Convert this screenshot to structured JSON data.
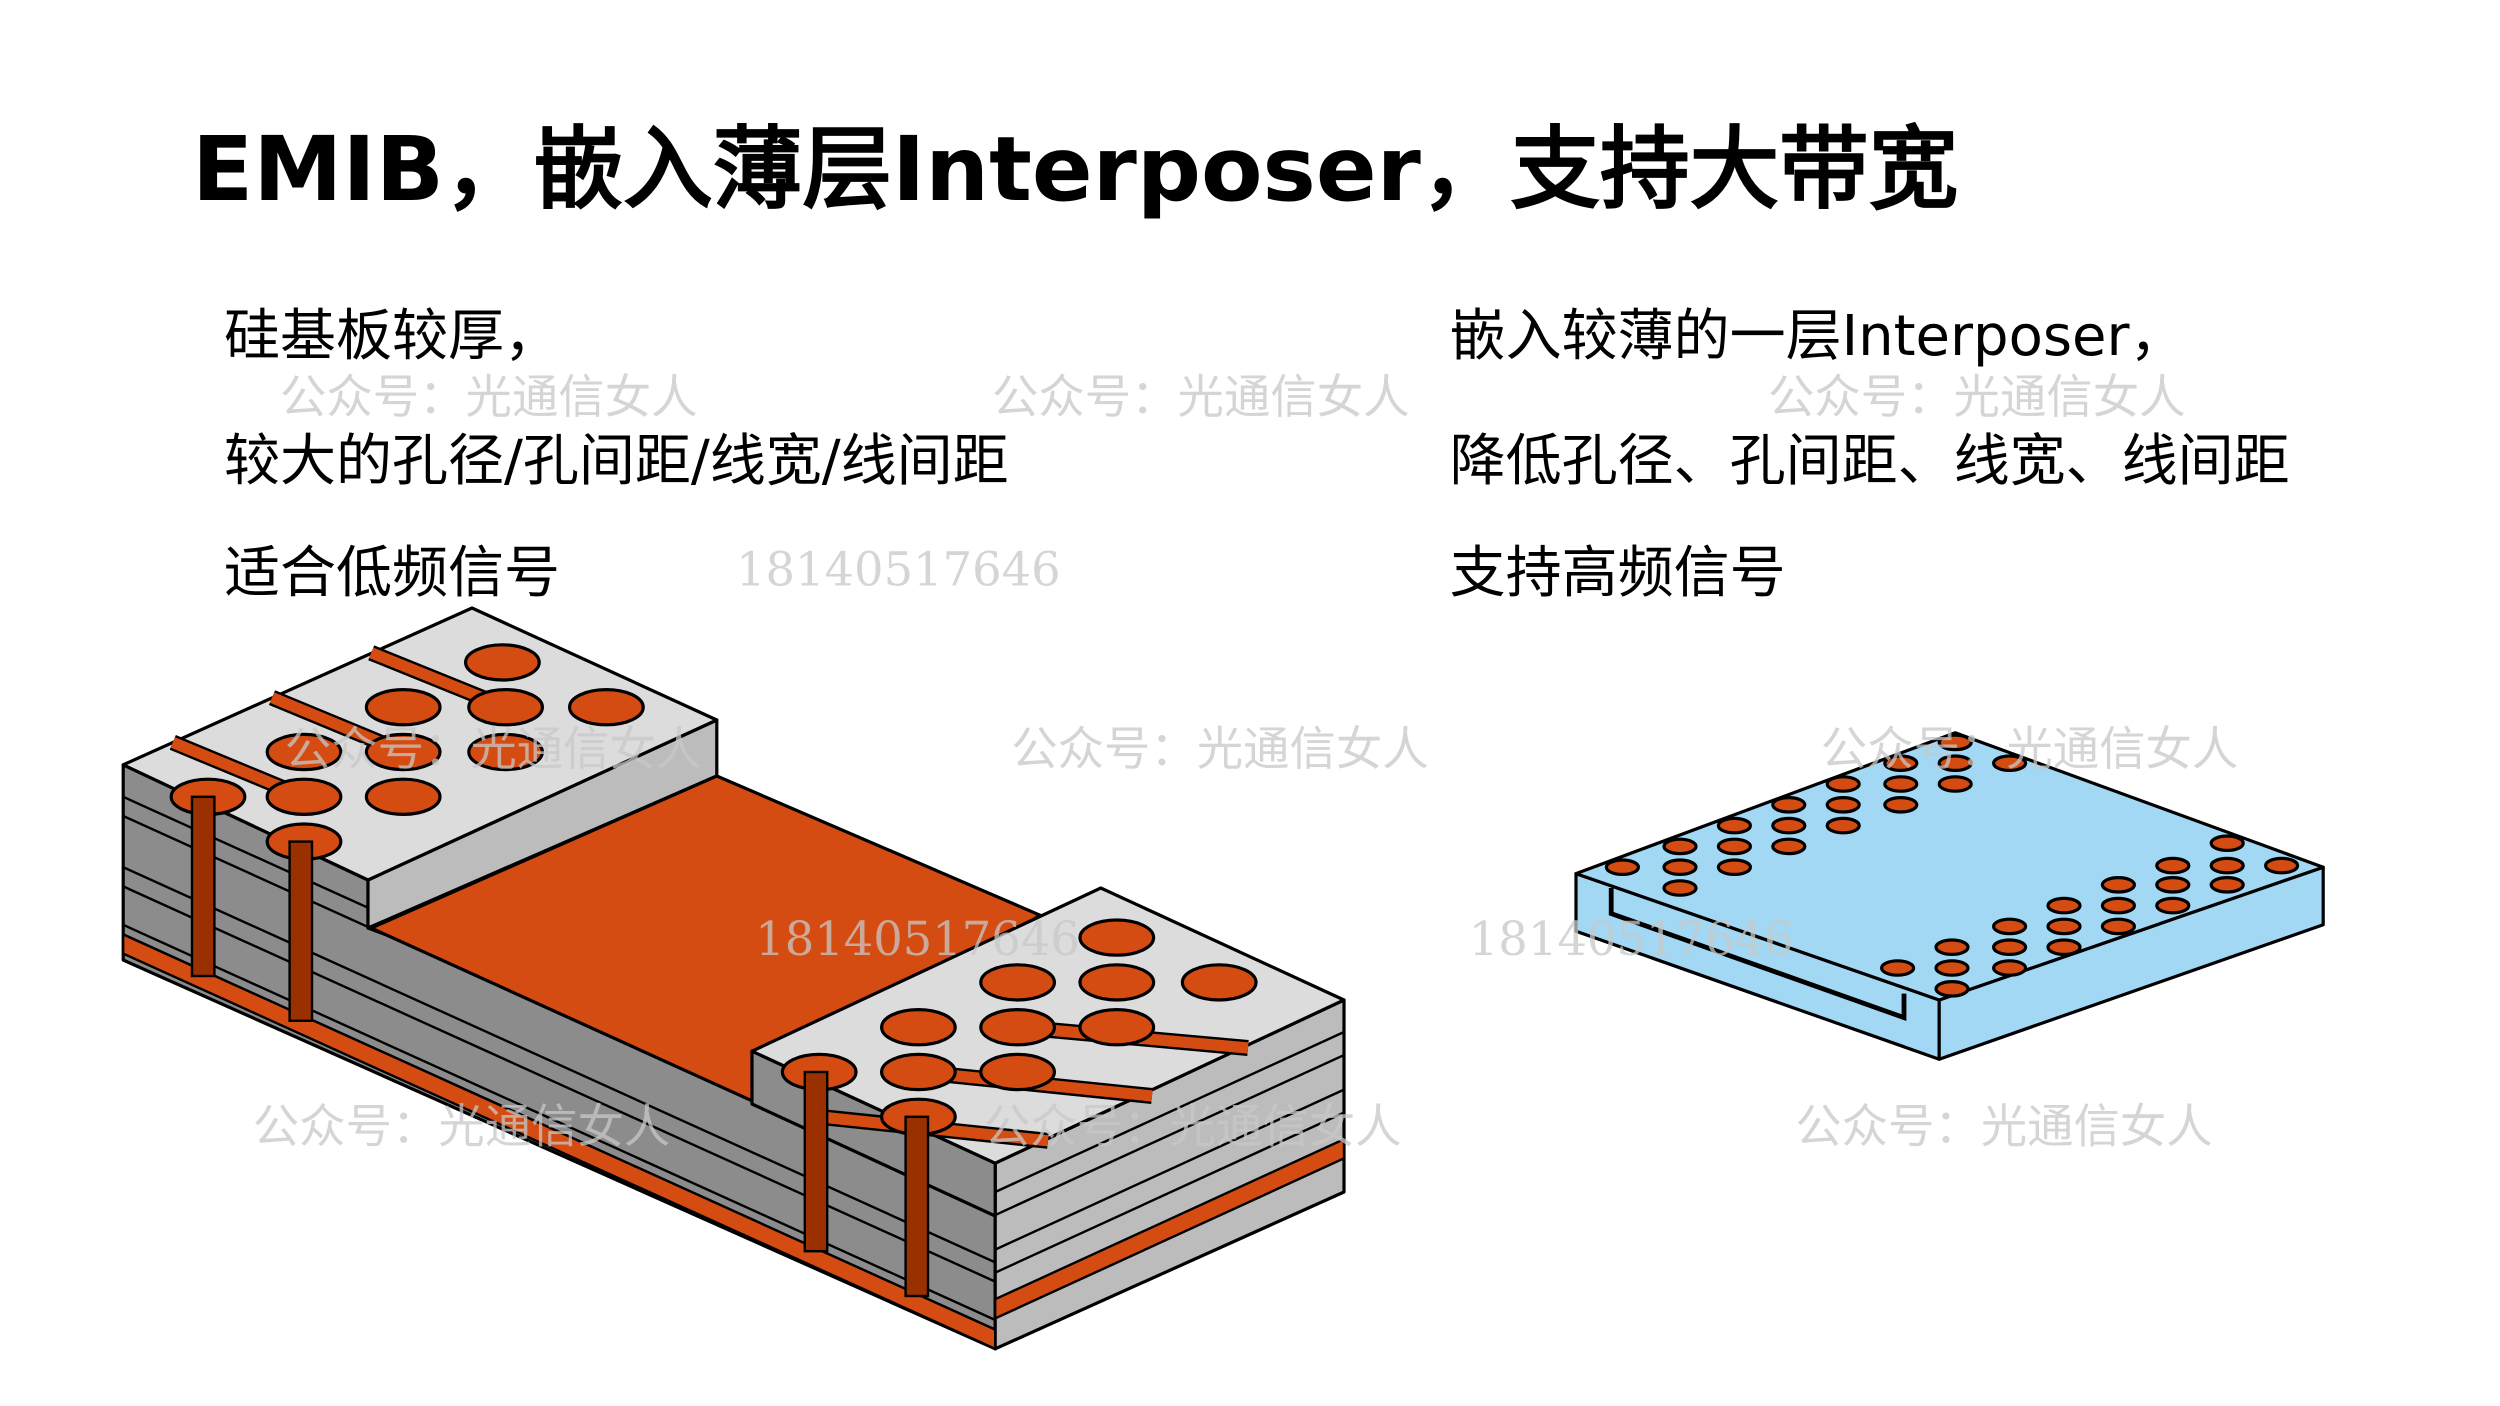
{
  "title": "EMIB，嵌入薄层Interposer，支持大带宽",
  "left": {
    "lines": [
      "硅基板较厚，",
      "较大的孔径/孔间距/线宽/线间距",
      "适合低频信号"
    ]
  },
  "right": {
    "lines": [
      "嵌入较薄的一层Interposer，",
      "降低孔径、孔间距、线宽、线间距",
      "支持高频信号"
    ]
  },
  "watermark": {
    "account": "公众号：光通信女人",
    "phone": "18140517646"
  },
  "colors": {
    "copper": "#d44c12",
    "copper_dark": "#9a3000",
    "silicon_top": "#dcdcdc",
    "silicon_side": "#8c8c8c",
    "silicon_right": "#bcbcbc",
    "interposer": "#a3d8f4"
  }
}
